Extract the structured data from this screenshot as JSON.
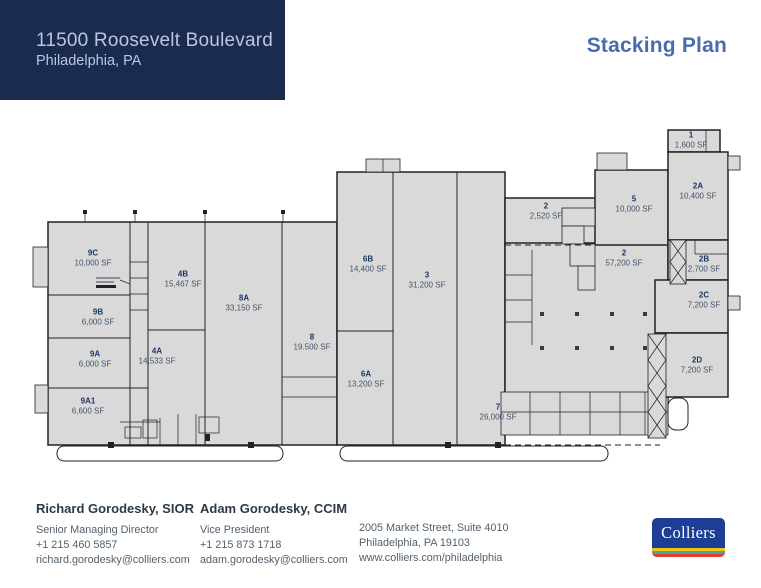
{
  "header": {
    "building_title": "11500 Roosevelt Boulevard",
    "building_subtitle": "Philadelphia, PA",
    "document_title": "Stacking Plan"
  },
  "plan": {
    "units": [
      {
        "id": "9C",
        "sf": "10,000 SF"
      },
      {
        "id": "9B",
        "sf": "6,000 SF"
      },
      {
        "id": "9A",
        "sf": "6,000 SF"
      },
      {
        "id": "9A1",
        "sf": "6,600 SF"
      },
      {
        "id": "4B",
        "sf": "15,467 SF"
      },
      {
        "id": "4A",
        "sf": "14,533 SF"
      },
      {
        "id": "8A",
        "sf": "33,150 SF"
      },
      {
        "id": "8",
        "sf": "19.500 SF"
      },
      {
        "id": "6B",
        "sf": "14,400 SF"
      },
      {
        "id": "6A",
        "sf": "13,200 SF"
      },
      {
        "id": "3",
        "sf": "31,200 SF"
      },
      {
        "id": "7",
        "sf": "26,000 SF"
      },
      {
        "id": "2",
        "sf": "2,520 SF"
      },
      {
        "id": "5",
        "sf": "10,000 SF"
      },
      {
        "id": "2",
        "sf": "57,200 SF"
      },
      {
        "id": "1",
        "sf": "1,600 SF"
      },
      {
        "id": "2A",
        "sf": "10,400 SF"
      },
      {
        "id": "2B",
        "sf": "2,700 SF"
      },
      {
        "id": "2C",
        "sf": "7,200 SF"
      },
      {
        "id": "2D",
        "sf": "7,200 SF"
      }
    ]
  },
  "footer": {
    "contacts": [
      {
        "name": "Richard Gorodesky, SIOR",
        "title": "Senior Managing Director",
        "phone": "+1 215 460 5857",
        "email": "richard.gorodesky@colliers.com"
      },
      {
        "name": "Adam Gorodesky, CCIM",
        "title": "Vice President",
        "phone": "+1 215 873 1718",
        "email": "adam.gorodesky@colliers.com"
      }
    ],
    "office": {
      "address_line1": "2005 Market Street, Suite 4010",
      "address_line2": "Philadelphia, PA 19103",
      "website": "www.colliers.com/philadelphia"
    },
    "logo_text": "Colliers"
  },
  "colors": {
    "header_bg": "#1b2b4f",
    "header_text": "#b9c7e2",
    "accent_blue": "#4a6cae",
    "plan_fill": "#d9d9d9",
    "plan_wall": "#222222",
    "unit_id_text": "#1c3667",
    "unit_sf_text": "#44546a",
    "logo_bg": "#1c3e94",
    "logo_stripe_yellow": "#f0c419",
    "logo_stripe_teal": "#4aa490",
    "logo_stripe_red": "#e04038"
  }
}
